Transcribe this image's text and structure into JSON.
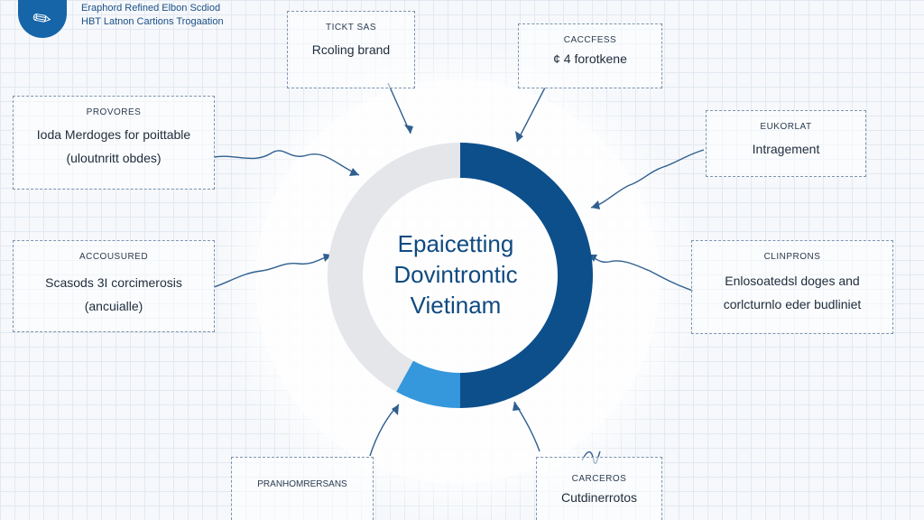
{
  "header": {
    "line1": "Eraphord Refined Elbon Scdiod",
    "line2": "HBT Latnon Cartions Trogaation"
  },
  "center": {
    "line1": "Epaicetting",
    "line2": "Dovintrontic",
    "line3": "Vietinam"
  },
  "boxes": {
    "top_left": {
      "label": "TICKT SAS",
      "text": "Rcoling brand"
    },
    "top_right": {
      "label": "CACCFESS",
      "text": "¢ 4 forotkene"
    },
    "upper_left": {
      "label": "PROVORES",
      "line1": "Ioda Merdoges for poittable",
      "line2": "(uloutnritt obdes)"
    },
    "upper_right": {
      "label": "EUKORLAT",
      "text": "Intragement"
    },
    "middle_left": {
      "label": "ACCOUSURED",
      "line1": "Scasods 3I corcimerosis",
      "line2": "(ancuialle)"
    },
    "middle_right": {
      "label": "CLINPRONS",
      "line1": "Enlosoatedsl doges and",
      "line2": "corlcturnlo eder budliniet"
    },
    "bottom_left": {
      "label": "PRANHOMRERSANS"
    },
    "bottom_right": {
      "label": "CARCEROS",
      "text": "Cutdinerrotos"
    }
  },
  "chart_data": {
    "type": "pie",
    "values": [
      50,
      8,
      42
    ],
    "colors": [
      "#0d4f8b",
      "#3597dc",
      "#e4e6e9"
    ]
  }
}
